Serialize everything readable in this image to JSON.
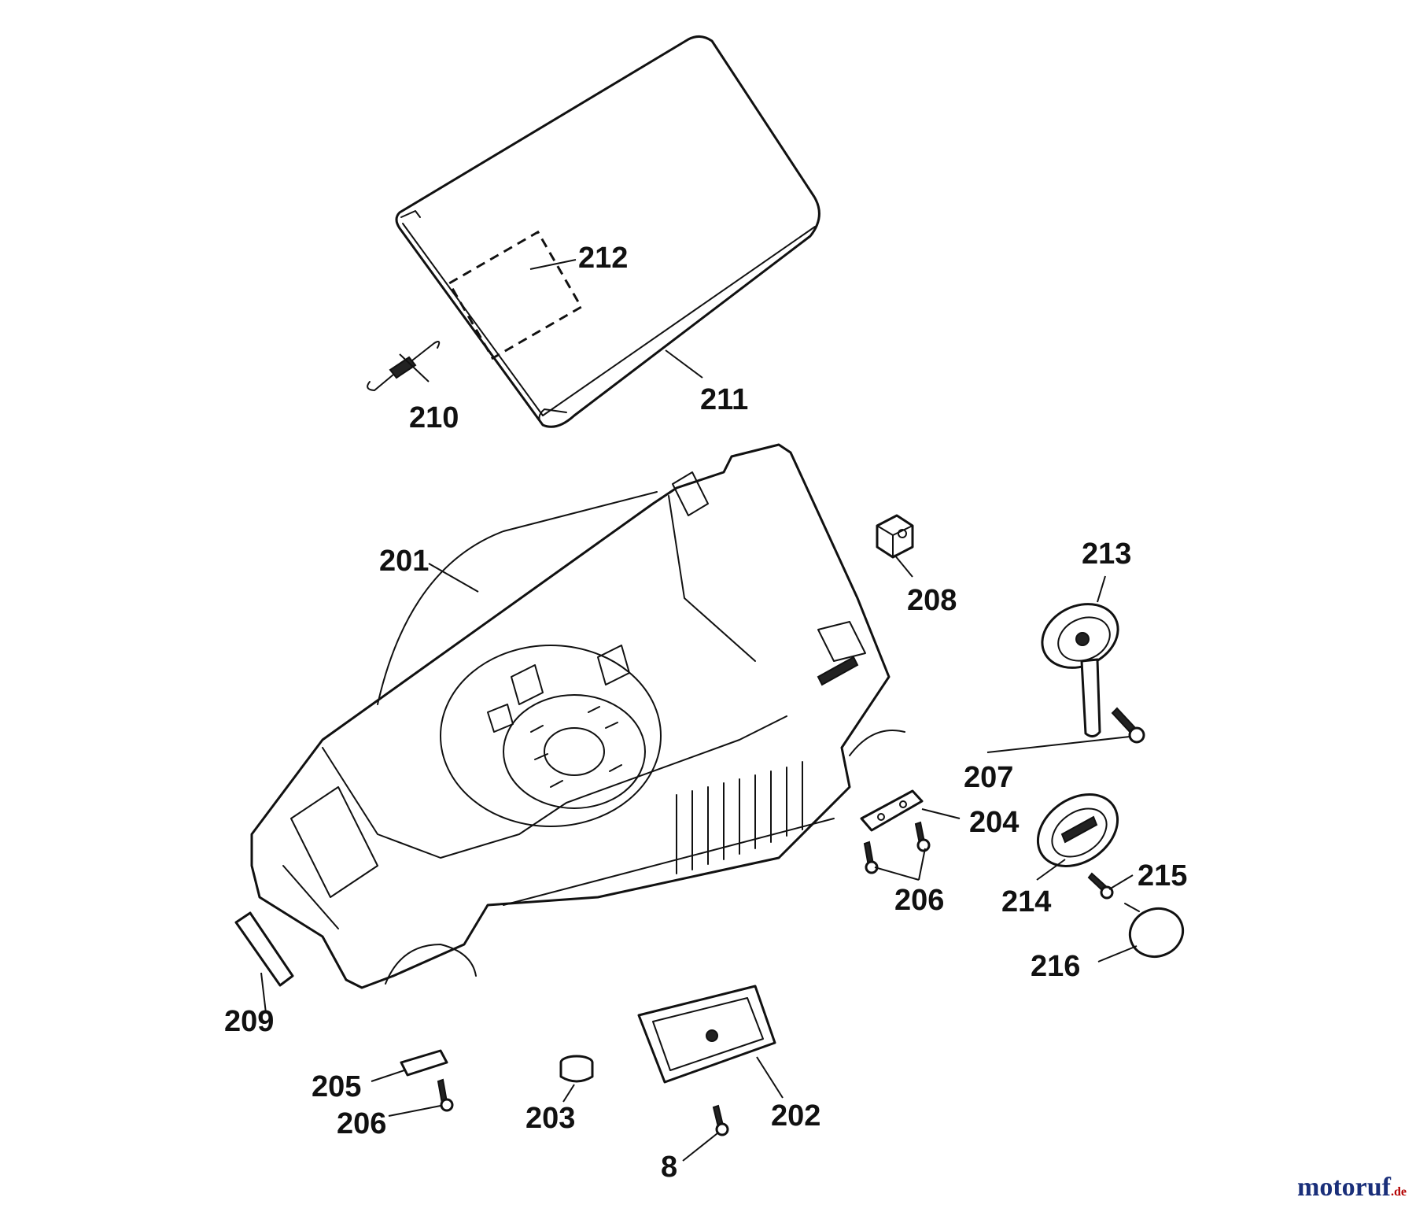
{
  "callouts": [
    {
      "id": "p212",
      "label": "212"
    },
    {
      "id": "p211",
      "label": "211"
    },
    {
      "id": "p210",
      "label": "210"
    },
    {
      "id": "p201",
      "label": "201"
    },
    {
      "id": "p208",
      "label": "208"
    },
    {
      "id": "p213",
      "label": "213"
    },
    {
      "id": "p207",
      "label": "207"
    },
    {
      "id": "p204",
      "label": "204"
    },
    {
      "id": "p206a",
      "label": "206"
    },
    {
      "id": "p214",
      "label": "214"
    },
    {
      "id": "p215",
      "label": "215"
    },
    {
      "id": "p216",
      "label": "216"
    },
    {
      "id": "p209",
      "label": "209"
    },
    {
      "id": "p205",
      "label": "205"
    },
    {
      "id": "p206b",
      "label": "206"
    },
    {
      "id": "p203",
      "label": "203"
    },
    {
      "id": "p202",
      "label": "202"
    },
    {
      "id": "p8",
      "label": "8"
    }
  ],
  "watermark": {
    "main": "motoruf",
    "suffix": ".de"
  }
}
